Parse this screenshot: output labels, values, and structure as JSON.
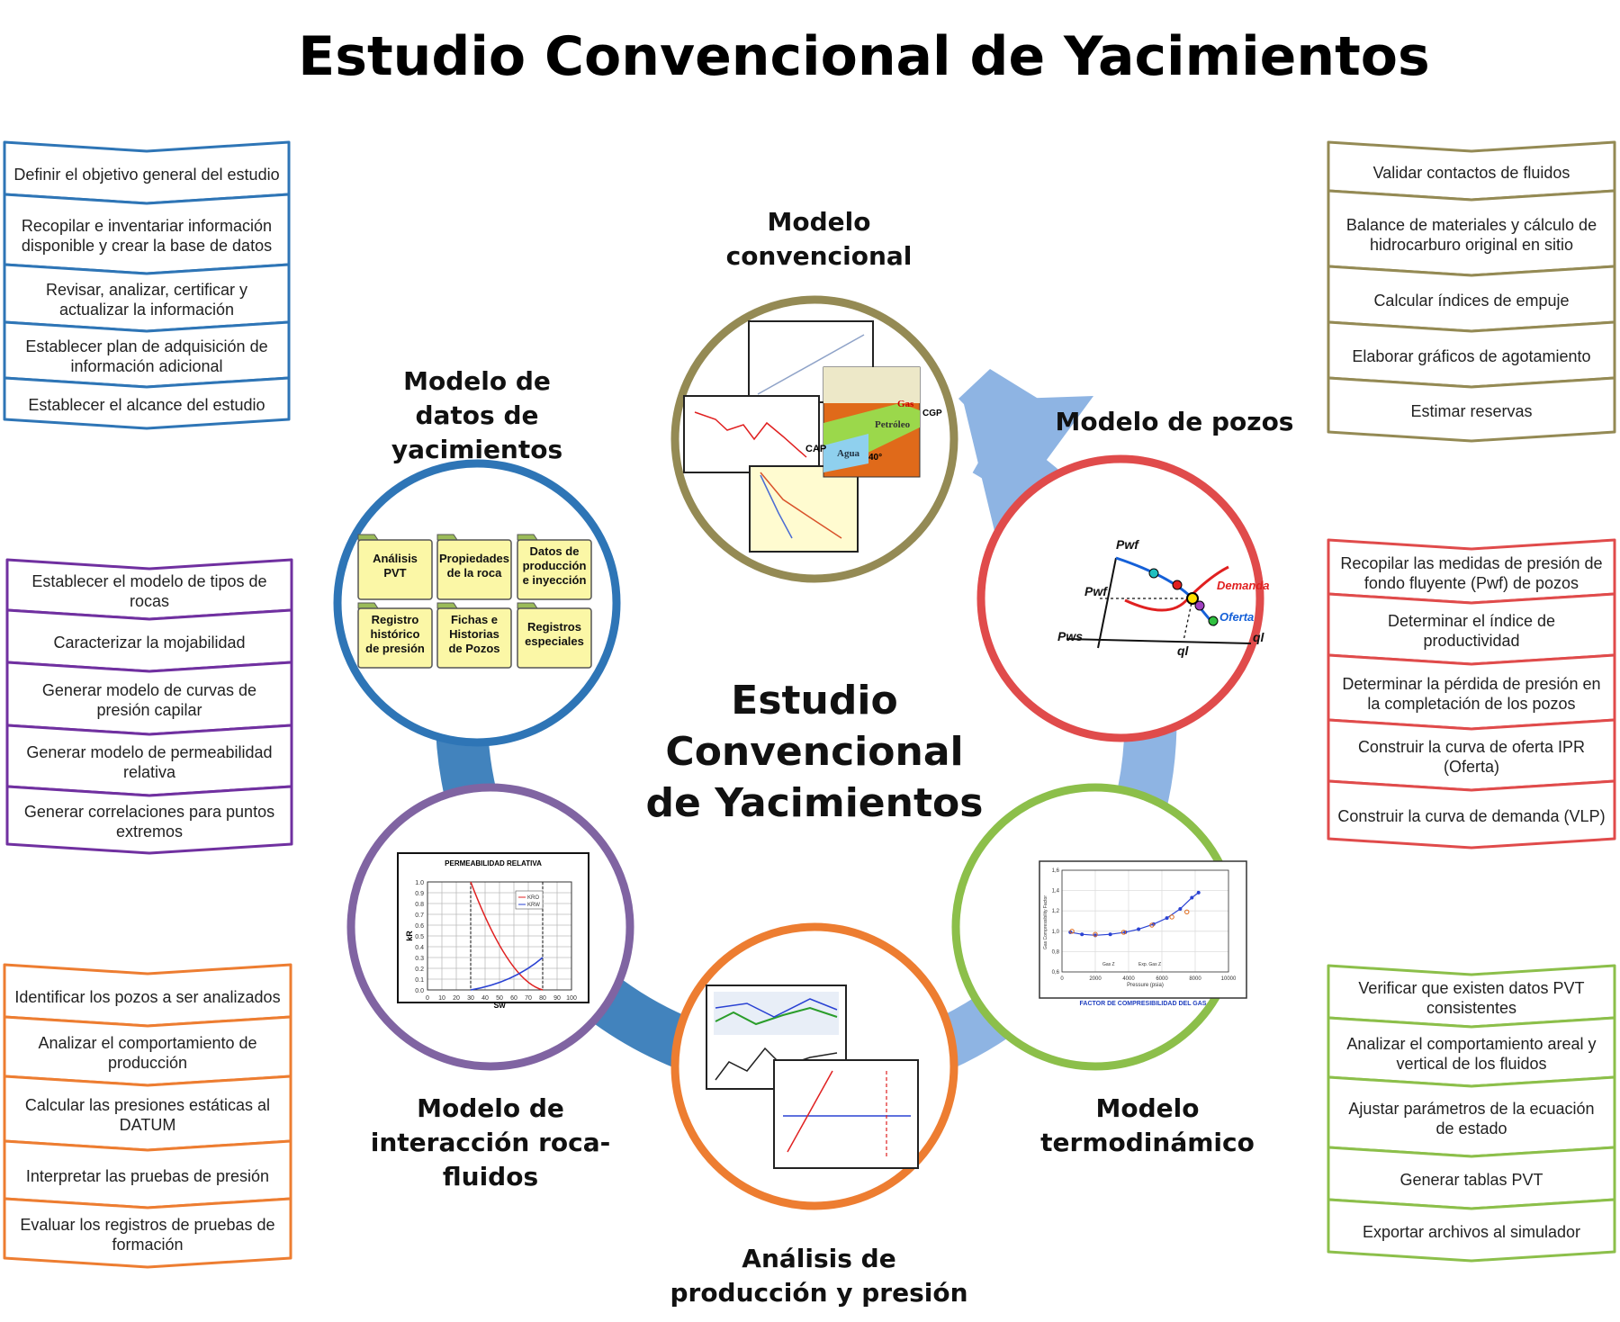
{
  "title": "Estudio Convencional de Yacimientos",
  "center_title": "Estudio Convencional de Yacimientos",
  "colors": {
    "blue": "#2e75b6",
    "purple": "#7030a0",
    "orange": "#ed7d31",
    "olive": "#948a54",
    "red": "#e04b4b",
    "green": "#8cbf4a",
    "arrow": "#8eb4e3",
    "arrow_dark": "#1f4e79"
  },
  "nodes": {
    "datos": {
      "label": "Modelo de datos de yacimientos",
      "folders": [
        "Análisis PVT",
        "Propiedades de la roca",
        "Datos de producción e inyección",
        "Registro histórico de presión",
        "Fichas e Historias de Pozos",
        "Registros especiales"
      ]
    },
    "convencional": {
      "label": "Modelo convencional",
      "geo_labels": [
        "Gas",
        "Petróleo",
        "Agua",
        "CGP",
        "CAP",
        "40°"
      ]
    },
    "pozos": {
      "label": "Modelo de pozos",
      "chart_labels": {
        "y": "Pwf",
        "x": "ql",
        "pws": "Pws",
        "pwf": "Pwf",
        "q": "ql",
        "demanda": "Demanda",
        "oferta": "Oferta"
      }
    },
    "termo": {
      "label": "Modelo termodinámico",
      "chart_title": "FACTOR DE COMPRESIBILIDAD DEL GAS",
      "xlabel": "Pressure (psia)",
      "ylabel": "Gas Compressibility Factor",
      "legend": [
        "Gas Z",
        "Exp. Gas Z"
      ]
    },
    "produccion": {
      "label": "Análisis de producción y presión"
    },
    "roca": {
      "label": "Modelo de interacción roca-fluidos",
      "chart_title": "PERMEABILIDAD RELATIVA",
      "xlabel": "Sw",
      "ylabel": "kR",
      "legend": [
        "KRO",
        "KRW"
      ]
    }
  },
  "lists": {
    "blue": [
      "Definir el objetivo general del estudio",
      "Recopilar e inventariar información disponible y crear la base de datos",
      "Revisar, analizar, certificar y actualizar la información",
      "Establecer plan de adquisición de información adicional",
      "Establecer el alcance del estudio"
    ],
    "purple": [
      "Establecer el modelo de tipos de rocas",
      "Caracterizar la mojabilidad",
      "Generar modelo de curvas de presión capilar",
      "Generar modelo de permeabilidad relativa",
      "Generar correlaciones para puntos extremos"
    ],
    "orange": [
      "Identificar los pozos a ser analizados",
      "Analizar el comportamiento de producción",
      "Calcular las presiones estáticas al DATUM",
      "Interpretar las pruebas de presión",
      "Evaluar los registros de pruebas de formación"
    ],
    "olive": [
      "Validar contactos de fluidos",
      "Balance de materiales y cálculo de hidrocarburo original en sitio",
      "Calcular índices de empuje",
      "Elaborar gráficos de agotamiento",
      "Estimar reservas"
    ],
    "red": [
      "Recopilar las medidas de presión de fondo fluyente (Pwf) de pozos",
      "Determinar el índice de productividad",
      "Determinar la pérdida de presión en la completación de los pozos",
      "Construir la curva de oferta IPR (Oferta)",
      "Construir la curva de demanda (VLP)"
    ],
    "green": [
      "Verificar que existen datos PVT consistentes",
      "Analizar el comportamiento areal y vertical de los fluidos",
      "Ajustar parámetros de la ecuación de estado",
      "Generar tablas PVT",
      "Exportar archivos al simulador"
    ]
  },
  "chart_ticks": {
    "kr_y": [
      "0.0",
      "0.1",
      "0.2",
      "0.3",
      "0.4",
      "0.5",
      "0.6",
      "0.7",
      "0.8",
      "0.9",
      "1.0"
    ],
    "sw_x": [
      "0",
      "10",
      "20",
      "30",
      "40",
      "50",
      "60",
      "70",
      "80",
      "90",
      "100"
    ],
    "z_y": [
      "0,6",
      "0,8",
      "1,0",
      "1,2",
      "1,4",
      "1,6"
    ],
    "z_x": [
      "0",
      "2000",
      "4000",
      "6000",
      "8000",
      "10000"
    ]
  }
}
